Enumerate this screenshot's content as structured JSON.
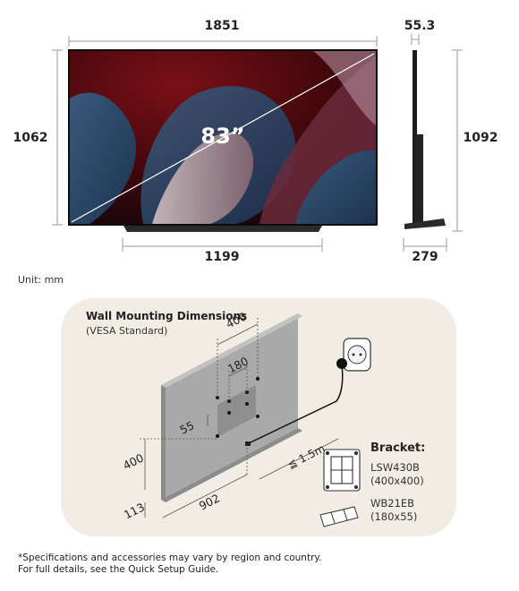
{
  "front_view": {
    "width": "1851",
    "height": "1062",
    "stand_width": "1199",
    "diagonal": "83”"
  },
  "side_view": {
    "depth": "55.3",
    "height_with_stand": "1092",
    "stand_depth": "279"
  },
  "unit_label": "Unit: mm",
  "wall_mount": {
    "title": "Wall Mounting Dimensions",
    "subtitle": "(VESA Standard)",
    "vesa_large": "400",
    "vesa_small_width": "180",
    "vesa_small_height": "55",
    "mount_height": "400",
    "bottom_offset": "113",
    "edge_offset": "902",
    "cable_length": "≦ 1.5m"
  },
  "bracket": {
    "title": "Bracket:",
    "items": [
      {
        "model": "LSW430B",
        "size": "(400x400)"
      },
      {
        "model": "WB21EB",
        "size": "(180x55)"
      }
    ]
  },
  "footnotes": [
    "*Specifications and accessories may vary by region and country.",
    "For full details, see the Quick Setup Guide."
  ],
  "colors": {
    "screen_dark": "#1a0a0c",
    "screen_red": "#7a1016",
    "wave_blue": "#2e4a68",
    "panel_bg": "#f1ede4",
    "wall_tv": "#a7a7a7",
    "dim_line": "#9a9a9a"
  },
  "icons": [
    "power-outlet-icon",
    "power-plug-icon",
    "bracket-large-icon",
    "bracket-small-icon"
  ]
}
